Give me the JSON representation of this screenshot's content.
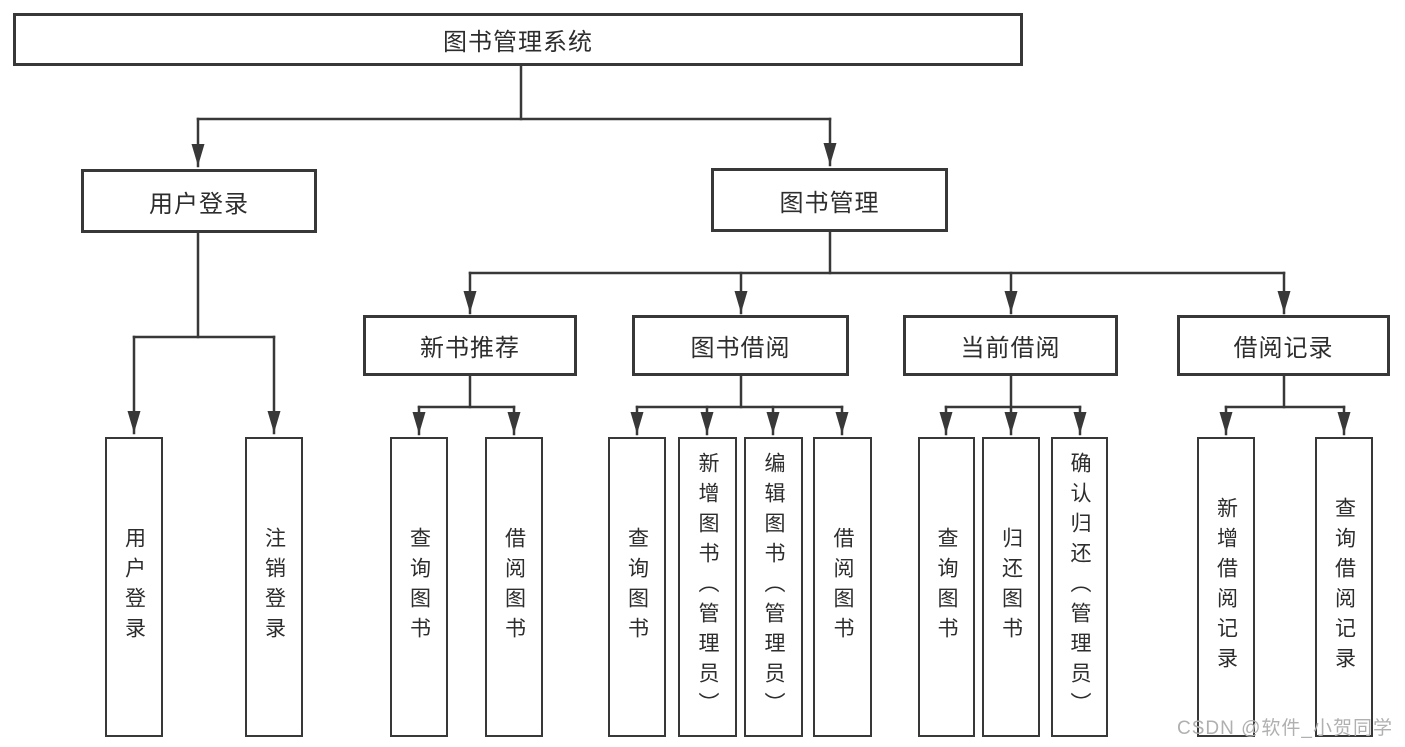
{
  "tree": {
    "label": "图书管理系统",
    "children": [
      {
        "label": "用户登录",
        "children": [
          {
            "label": "用户登录"
          },
          {
            "label": "注销登录"
          }
        ]
      },
      {
        "label": "图书管理",
        "children": [
          {
            "label": "新书推荐",
            "children": [
              {
                "label": "查询图书"
              },
              {
                "label": "借阅图书"
              }
            ]
          },
          {
            "label": "图书借阅",
            "children": [
              {
                "label": "查询图书"
              },
              {
                "label": "新增图书（管理员）"
              },
              {
                "label": "编辑图书（管理员）"
              },
              {
                "label": "借阅图书"
              }
            ]
          },
          {
            "label": "当前借阅",
            "children": [
              {
                "label": "查询图书"
              },
              {
                "label": "归还图书"
              },
              {
                "label": "确认归还（管理员）"
              }
            ]
          },
          {
            "label": "借阅记录",
            "children": [
              {
                "label": "新增借阅记录"
              },
              {
                "label": "查询借阅记录"
              }
            ]
          }
        ]
      }
    ]
  },
  "watermark": {
    "text": "CSDN @软件_小贺同学"
  },
  "colors": {
    "line": "#383838",
    "text": "#2d2d2d",
    "watermark": "#b0b0b0",
    "box_background": "#ffffff"
  }
}
